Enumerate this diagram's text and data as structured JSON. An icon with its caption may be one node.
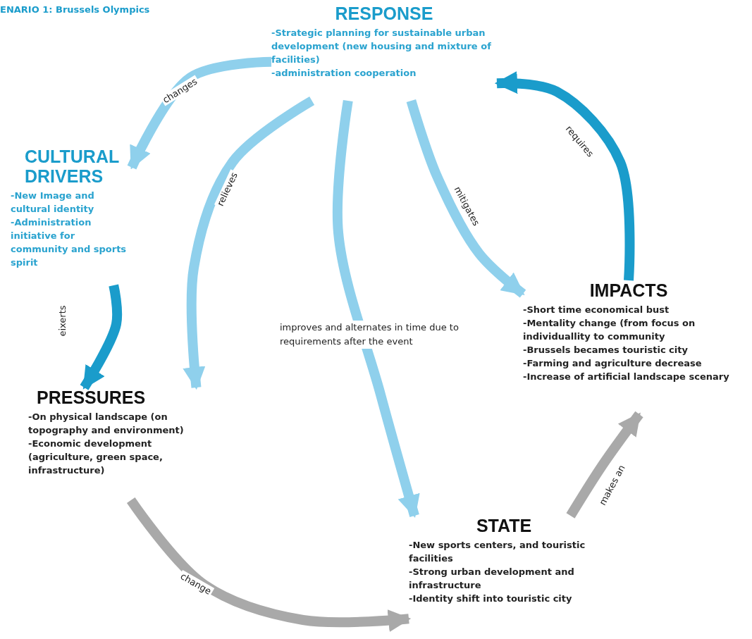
{
  "diagram": {
    "title": "ENARIO 1: Brussels Olympics",
    "nodes": [
      {
        "text": [
          "RESPONSE",
          "-Strategic planning for sustainable urban development (new housing and mixture of facilities)",
          "-administration cooperation"
        ]
      },
      {
        "text": [
          "CULTURAL DRIVERS",
          "-New Image and cultural identity",
          "-Administration initiative for community and sports spirit"
        ]
      },
      {
        "text": [
          "PRESSURES",
          "-On physical landscape (on topography and environment)",
          "-Economic development (agriculture, green space, infrastructure)"
        ]
      },
      {
        "text": [
          "IMPACTS",
          "-Short time economical bust",
          "-Mentality change (from focus on individuallity to community",
          "-Brussels becames touristic city",
          "-Farming and agriculture decrease",
          "-Increase of artificial landscape scenary"
        ]
      },
      {
        "text": [
          "STATE",
          "-New sports centers, and touristic facilities",
          "-Strong urban development and infrastructure",
          "-Identity shift into touristic city"
        ]
      }
    ],
    "edges": [
      {
        "from": 0,
        "to": 1,
        "arrow": "to",
        "label": "changes"
      },
      {
        "from": 0,
        "to": 2,
        "arrow": "to",
        "label": "relieves"
      },
      {
        "from": 0,
        "to": 4,
        "arrow": "to",
        "label": "improves and alternates in time due to requirements after the event"
      },
      {
        "from": 0,
        "to": 3,
        "arrow": "to",
        "label": "mitigates"
      },
      {
        "from": 1,
        "to": 2,
        "arrow": "to",
        "label": "eixerts",
        "color": "#1a9ccb"
      },
      {
        "from": 3,
        "to": 0,
        "arrow": "to",
        "label": "requires",
        "color": "#1a9ccb"
      },
      {
        "from": 2,
        "to": 4,
        "arrow": "to",
        "label": "change",
        "color": "#a9a9a9"
      },
      {
        "from": 4,
        "to": 3,
        "arrow": "to",
        "label": "makes an",
        "color": "#a9a9a9"
      }
    ]
  }
}
